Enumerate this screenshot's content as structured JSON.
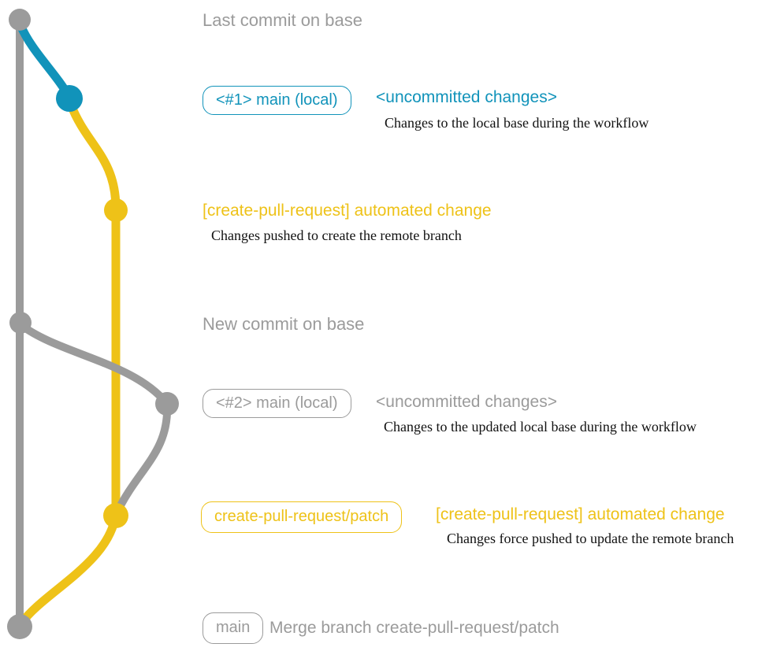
{
  "colors": {
    "base_gray": "#9b9b9b",
    "local_teal": "#1193ba",
    "remote_yellow": "#eec218",
    "description_text": "#111111",
    "background": "#ffffff"
  },
  "graph": {
    "branches": [
      {
        "name": "base",
        "color": "#9b9b9b"
      },
      {
        "name": "main (local)",
        "color": "#1193ba"
      },
      {
        "name": "create-pull-request/patch (remote)",
        "color": "#eec218"
      }
    ],
    "commit_count": 7
  },
  "sections": {
    "last_commit": {
      "label": "Last commit on base"
    },
    "local1": {
      "badge": "<#1> main (local)",
      "title": "<uncommitted changes>",
      "description": "Changes to the local base during the workflow"
    },
    "push1": {
      "title": "[create-pull-request] automated change",
      "description": "Changes pushed to create the remote branch"
    },
    "new_commit": {
      "label": "New commit on base"
    },
    "local2": {
      "badge": "<#2> main (local)",
      "title": "<uncommitted changes>",
      "description": "Changes to the updated local base during the workflow"
    },
    "push2": {
      "badge": "create-pull-request/patch",
      "title": "[create-pull-request] automated change",
      "description": "Changes force pushed to update the remote branch"
    },
    "merge": {
      "badge": "main",
      "title": "Merge branch create-pull-request/patch"
    }
  }
}
